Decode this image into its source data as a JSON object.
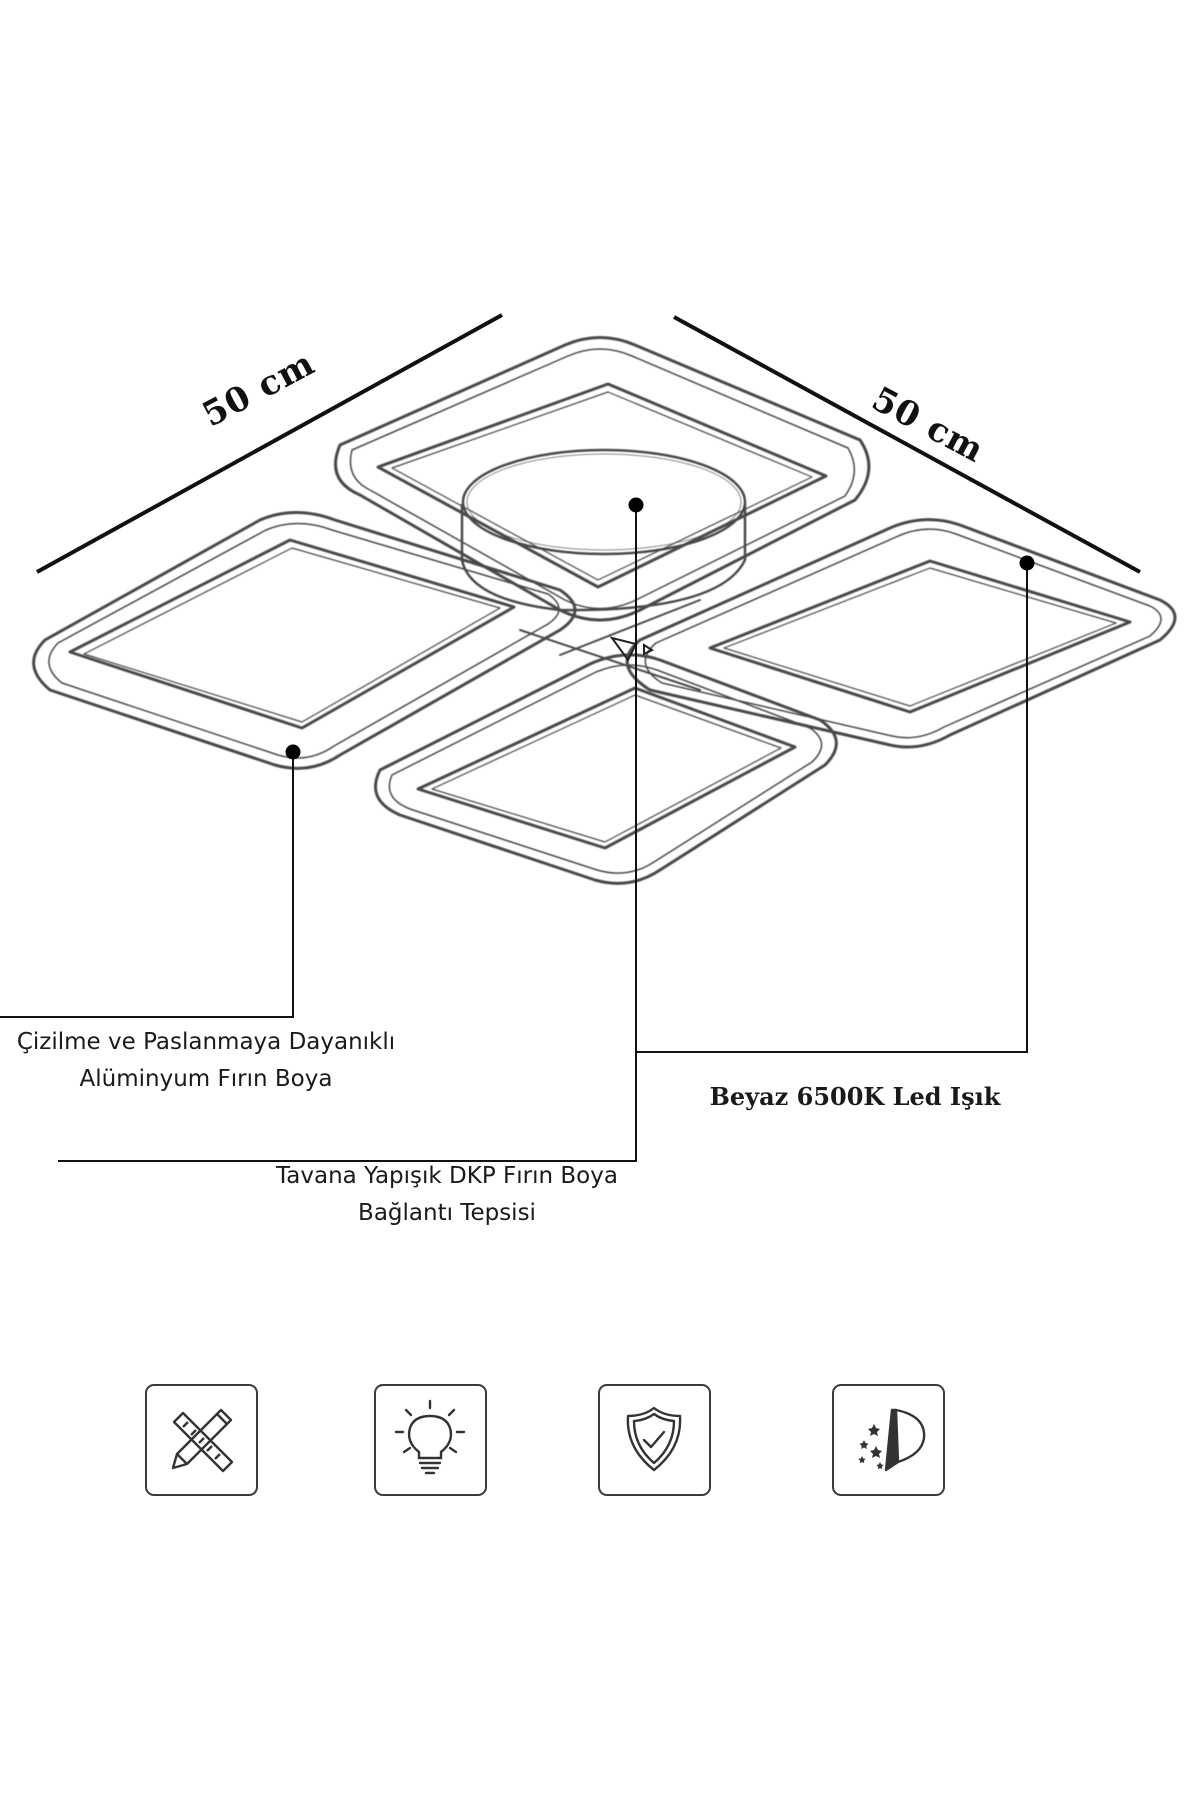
{
  "dimensions": {
    "left": "50 cm",
    "right": "50 cm"
  },
  "callouts": {
    "aluminum": {
      "line1": "Çizilme ve Paslanmaya Dayanıklı",
      "line2": "Alüminyum Fırın Boya"
    },
    "led": {
      "text": "Beyaz 6500K Led Işık"
    },
    "tray": {
      "line1": "Tavana Yapışık DKP Fırın Boya",
      "line2": "Bağlantı Tepsisi"
    }
  },
  "features": [
    {
      "icon": "pencil-ruler-icon"
    },
    {
      "icon": "light-bulb-icon"
    },
    {
      "icon": "shield-check-icon"
    },
    {
      "icon": "stars-paint-icon"
    }
  ],
  "colors": {
    "line": "#1a1a1a",
    "frame": "#4a4a4a"
  }
}
